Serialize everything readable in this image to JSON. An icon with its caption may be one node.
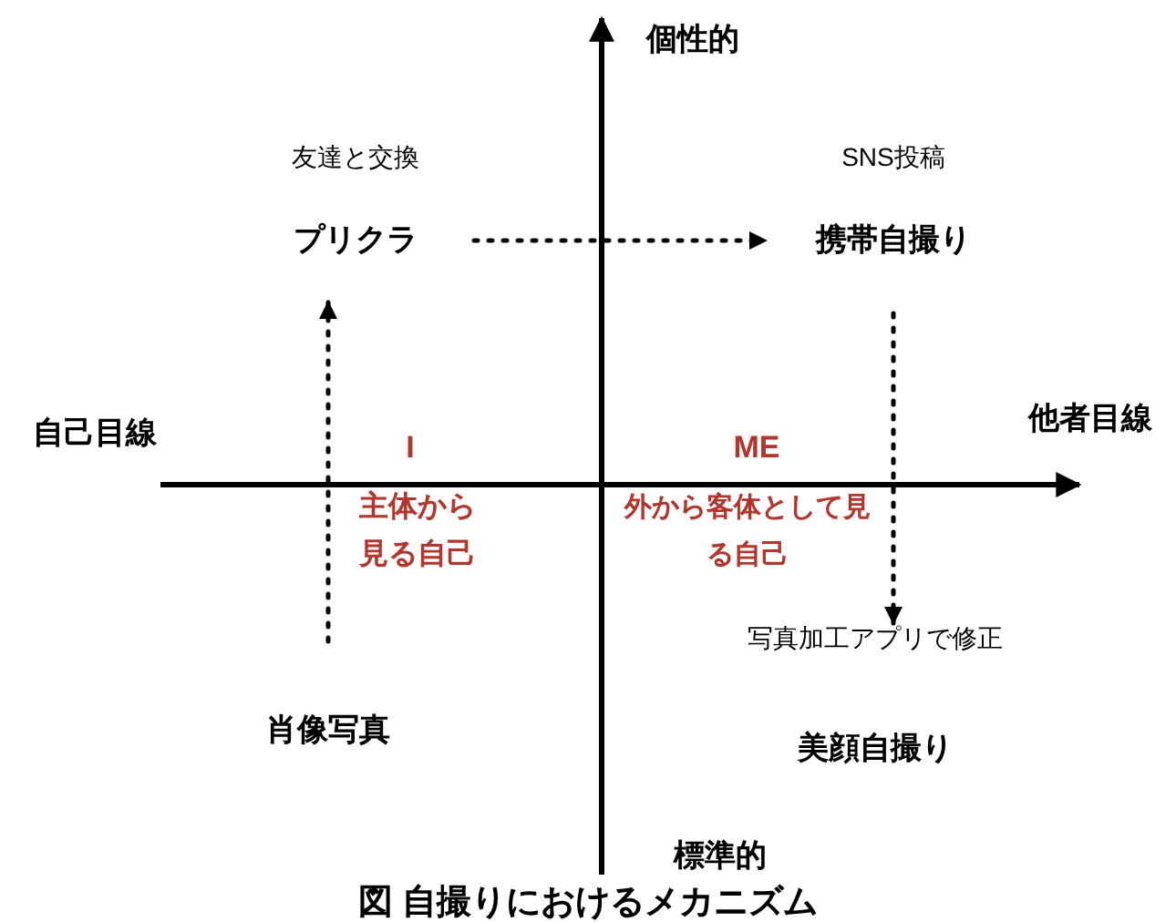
{
  "diagram": {
    "caption": "図 自撮りにおけるメカニズム",
    "nodes": [
      {
        "text": [
          "プリクラ"
        ],
        "beside": [
          "友達と交換"
        ]
      },
      {
        "text": [
          "携帯自撮り"
        ],
        "beside": [
          "SNS投稿"
        ]
      },
      {
        "text": [
          "肖像写真"
        ]
      },
      {
        "text": [
          "美顔自撮り"
        ],
        "beside": [
          "写真加工アプリで修正"
        ]
      }
    ],
    "edges": [
      {
        "from": 2,
        "to": 0,
        "arrow": "to",
        "style": "dashed"
      },
      {
        "from": 0,
        "to": 1,
        "arrow": "to",
        "style": "dashed"
      },
      {
        "from": 1,
        "to": 3,
        "arrow": "to",
        "style": "dashed"
      }
    ],
    "labels": [
      "個性的",
      "自己目線",
      "他者目線",
      "I",
      "ME",
      "主体から見る自己",
      "外から客体として見る自己",
      "標準的"
    ]
  }
}
